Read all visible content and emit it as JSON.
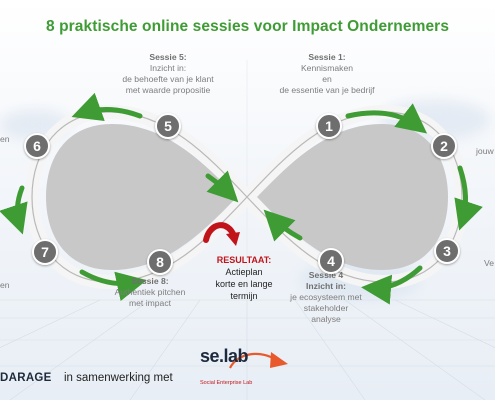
{
  "title": "8 praktische online sessies voor Impact Ondernemers",
  "sessions": [
    {
      "number": "1",
      "lines": [
        "Sessie 1:",
        "Kennismaken",
        "en",
        "de essentie van je bedrijf"
      ]
    },
    {
      "number": "2",
      "lines": []
    },
    {
      "number": "3",
      "lines": []
    },
    {
      "number": "4",
      "lines": [
        "Sessie 4",
        "Inzicht in:",
        "je ecosysteem met",
        "stakeholder",
        "analyse"
      ]
    },
    {
      "number": "5",
      "lines": [
        "Sessie 5:",
        "Inzicht in:",
        "de behoefte van je klant",
        "met waarde propositie"
      ]
    },
    {
      "number": "6",
      "lines": []
    },
    {
      "number": "7",
      "lines": []
    },
    {
      "number": "8",
      "lines": [
        "Sessie 8:",
        "Authentiek pitchen",
        "met impact"
      ]
    }
  ],
  "edge_fragments": {
    "left_top": "en",
    "right_mid": "jouw",
    "right_low": "Ve",
    "left_low": "en"
  },
  "result": {
    "heading": "RESULTAAT:",
    "lines": [
      "Actieplan",
      "korte en lange",
      "termijn"
    ]
  },
  "footer": {
    "brand": "DARAGE",
    "text": "in samenwerking met",
    "logo_main": "se.lab",
    "logo_sub": "Social Enterprise Lab"
  },
  "colors": {
    "title": "#3f9c35",
    "arrow": "#3f9c35",
    "circle": "#6e6e6e",
    "result_heading": "#c0141a",
    "result_arrow": "#c0141a",
    "logo_arrow": "#e8592b"
  }
}
